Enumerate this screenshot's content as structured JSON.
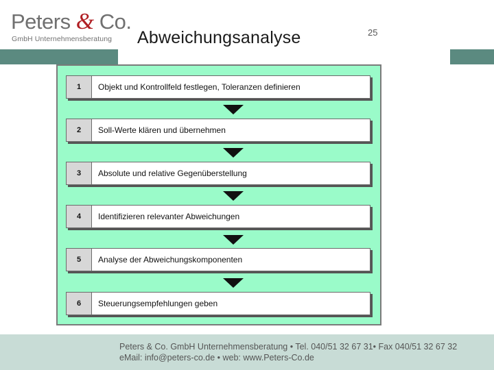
{
  "header": {
    "logo_text_left": "Peters ",
    "logo_ampersand": "&",
    "logo_text_right": " Co.",
    "logo_subtitle": "GmbH Unternehmensberatung",
    "title": "Abweichungsanalyse",
    "page_number": "25"
  },
  "colors": {
    "band": "#5b8a80",
    "panel_background": "#9afbc9",
    "logo_accent": "#b01e23",
    "footer_background": "#c8dcd6"
  },
  "steps": [
    {
      "number": "1",
      "label": "Objekt und Kontrollfeld festlegen, Toleranzen definieren"
    },
    {
      "number": "2",
      "label": "Soll-Werte klären und übernehmen"
    },
    {
      "number": "3",
      "label": "Absolute und relative Gegenüberstellung"
    },
    {
      "number": "4",
      "label": "Identifizieren relevanter Abweichungen"
    },
    {
      "number": "5",
      "label": "Analyse der Abweichungskomponenten"
    },
    {
      "number": "6",
      "label": "Steuerungsempfehlungen geben"
    }
  ],
  "footer": {
    "line1": "Peters & Co. GmbH Unternehmensberatung • Tel. 040/51 32 67 31• Fax 040/51 32 67 32",
    "line2": "eMail: info@peters-co.de • web: www.Peters-Co.de"
  }
}
